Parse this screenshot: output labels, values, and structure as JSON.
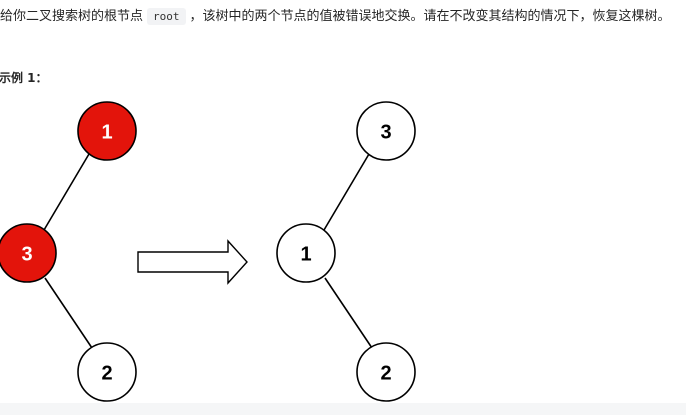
{
  "problem": {
    "desc_before": "给你二叉搜索树的根节点",
    "code": "root",
    "desc_after": "，该树中的两个节点的值被错误地交换。请在不改变其结构的情况下，恢复这棵树。"
  },
  "example": {
    "title": "示例 1："
  },
  "diagram": {
    "before": {
      "nodes": [
        {
          "label": "1",
          "highlighted": true
        },
        {
          "label": "3",
          "highlighted": true
        },
        {
          "label": "2",
          "highlighted": false
        }
      ]
    },
    "after": {
      "nodes": [
        {
          "label": "3",
          "highlighted": false
        },
        {
          "label": "1",
          "highlighted": false
        },
        {
          "label": "2",
          "highlighted": false
        }
      ]
    },
    "colors": {
      "highlight_fill": "#e3140b",
      "normal_fill": "#ffffff",
      "stroke": "#000000",
      "highlight_text": "#ffffff",
      "normal_text": "#000000"
    },
    "arrow_icon": "right-arrow-icon"
  }
}
